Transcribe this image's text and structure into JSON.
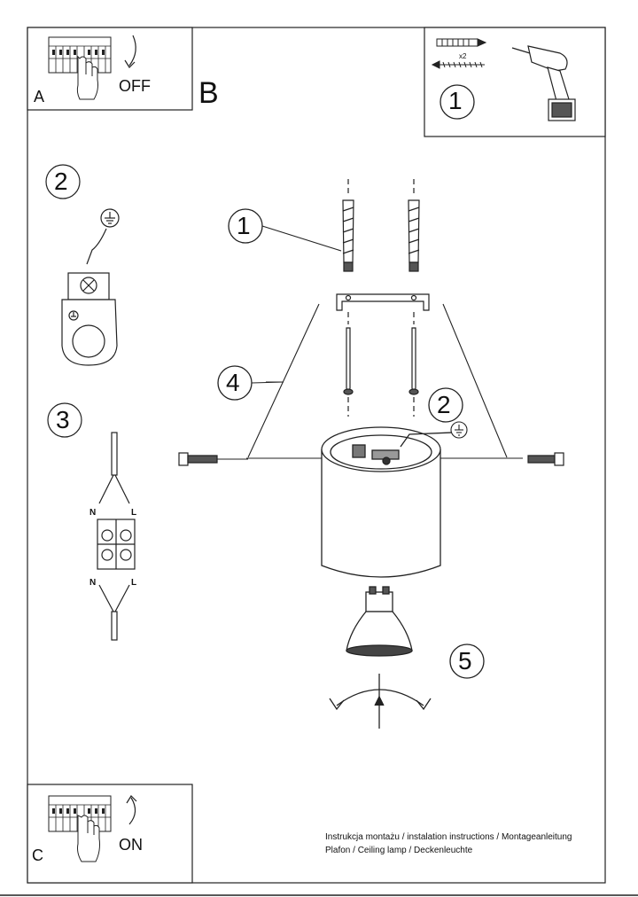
{
  "panels": {
    "a": {
      "letter": "A",
      "label": "OFF"
    },
    "b": {
      "letter": "B"
    },
    "c": {
      "letter": "C",
      "label": "ON"
    }
  },
  "tools": {
    "quantity": "x2",
    "step": "1"
  },
  "steps": {
    "earth_detail": "2",
    "wiring_detail": "3",
    "dowels": "1",
    "cover": "4",
    "earth": "2",
    "bulb": "5"
  },
  "terminal_labels": {
    "top_left": "N",
    "top_right": "L",
    "bottom_left": "N",
    "bottom_right": "L"
  },
  "footer": {
    "line1": "Instrukcja montażu / instalation instructions / Montageanleitung",
    "line2": "Plafon / Ceiling lamp / Deckenleuchte"
  }
}
